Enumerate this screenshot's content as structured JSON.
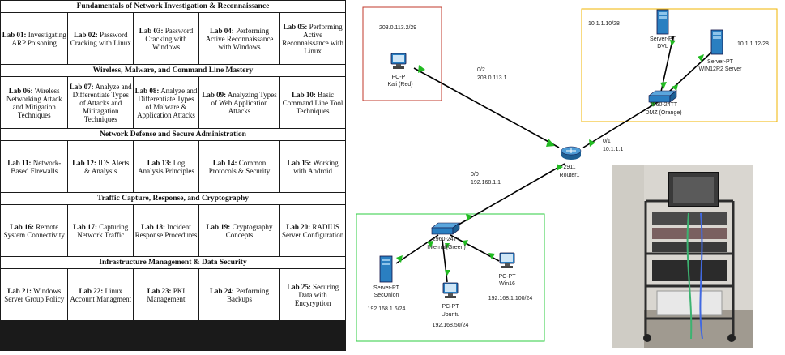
{
  "lab_groups": [
    {
      "title": "Fundamentals of Network Investigation & Reconnaissance",
      "labs": [
        {
          "num": "Lab 01:",
          "name": "Investigating ARP Poisoning"
        },
        {
          "num": "Lab 02:",
          "name": "Password Cracking with Linux"
        },
        {
          "num": "Lab 03:",
          "name": "Password Cracking with Windows"
        },
        {
          "num": "Lab 04:",
          "name": "Performing Active Reconnaissance with Windows"
        },
        {
          "num": "Lab 05:",
          "name": "Performing Active Reconnaissance with Linux"
        }
      ]
    },
    {
      "title": "Wireless, Malware, and Command Line Mastery",
      "labs": [
        {
          "num": "Lab 06:",
          "name": "Wireless Networking Attack and Mitigation Techniques"
        },
        {
          "num": "Lab 07:",
          "name": "Analyze and Differentiate Types of Attacks and Mititagation Techniques"
        },
        {
          "num": "Lab 08:",
          "name": "Analyze and Differentiate Types of Malware & Application Attacks"
        },
        {
          "num": "Lab 09:",
          "name": "Analyzing Types of Web Application Attacks"
        },
        {
          "num": "Lab 10:",
          "name": "Basic Command Line Tool Techniques"
        }
      ]
    },
    {
      "title": "Network Defense and Secure Administration",
      "labs": [
        {
          "num": "Lab 11:",
          "name": "Network-Based Firewalls"
        },
        {
          "num": "Lab 12:",
          "name": "IDS Alerts & Analysis"
        },
        {
          "num": "Lab 13:",
          "name": "Log Analysis Principles"
        },
        {
          "num": "Lab 14:",
          "name": "Common Protocols & Security"
        },
        {
          "num": "Lab 15:",
          "name": "Working with Android"
        }
      ]
    },
    {
      "title": "Traffic Capture, Response, and Cryptography",
      "labs": [
        {
          "num": "Lab 16:",
          "name": "Remote System Connectivity"
        },
        {
          "num": "Lab 17:",
          "name": "Capturing Network Traffic"
        },
        {
          "num": "Lab 18:",
          "name": "Incident Response Procedures"
        },
        {
          "num": "Lab 19:",
          "name": "Cryptography Concepts"
        },
        {
          "num": "Lab 20:",
          "name": "RADIUS Server Configuration"
        }
      ]
    },
    {
      "title": "Infrastructure Management & Data Security",
      "labs": [
        {
          "num": "Lab 21:",
          "name": "Windows Server Group Policy"
        },
        {
          "num": "Lab 22:",
          "name": "Linux Account Managment"
        },
        {
          "num": "Lab 23:",
          "name": "PKI Management"
        },
        {
          "num": "Lab 24:",
          "name": "Performing Backups"
        },
        {
          "num": "Lab 25:",
          "name": "Securing Data with Encyryption"
        }
      ]
    }
  ],
  "network": {
    "kali": {
      "type": "PC-PT",
      "name": "Kali (Red)",
      "ip": "203.0.113.2/29"
    },
    "router": {
      "model": "2911",
      "name": "Router1"
    },
    "if_red": {
      "port": "0/2",
      "ip": "203.0.113.1"
    },
    "if_dmz": {
      "port": "0/1",
      "ip": "10.1.1.1"
    },
    "if_int": {
      "port": "0/0",
      "ip": "192.168.1.1"
    },
    "dvl": {
      "type": "Server-PT",
      "name": "DVL",
      "ip": "10.1.1.10/28"
    },
    "win12": {
      "type": "Server-PT",
      "name": "WIN12R2 Server",
      "ip": "10.1.1.12/28"
    },
    "dmz_switch": {
      "model": "2960-24TT",
      "name": "DMZ (Orange)"
    },
    "int_switch": {
      "model": "2960-24TT",
      "name": "Internal(Green)"
    },
    "seconion": {
      "type": "Server-PT",
      "name": "SecOnion",
      "ip": "192.168.1.6/24"
    },
    "ubuntu": {
      "type": "PC-PT",
      "name": "Ubuntu",
      "ip": "192.168.50/24"
    },
    "win16": {
      "type": "PC-PT",
      "name": "Win16",
      "ip": "192.168.1.100/24"
    },
    "colors": {
      "red_zone": "#c0392b",
      "dmz_zone": "#f0b400",
      "internal_zone": "#2ecc40",
      "link": "#000000",
      "link_up": "#22bb22",
      "device": "#2a7fc1"
    }
  }
}
